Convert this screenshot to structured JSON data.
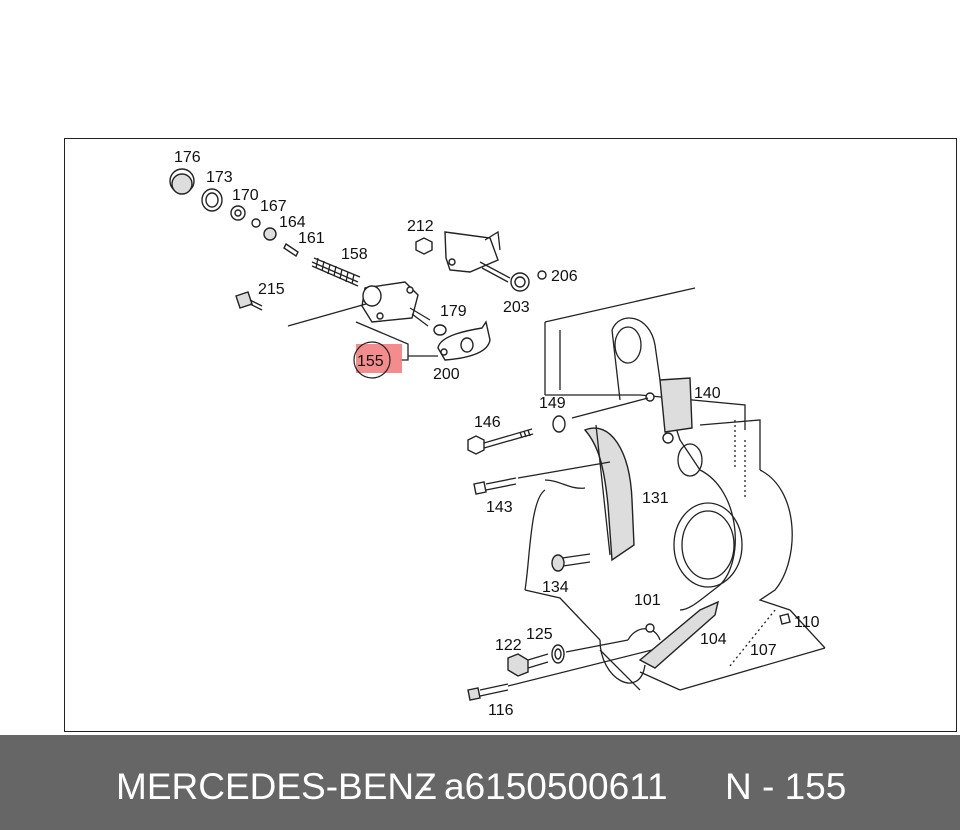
{
  "callouts": {
    "c176": "176",
    "c173": "173",
    "c170": "170",
    "c167": "167",
    "c164": "164",
    "c161": "161",
    "c158": "158",
    "c212": "212",
    "c215": "215",
    "c206": "206",
    "c203": "203",
    "c179": "179",
    "c155": "155",
    "c200": "200",
    "c140": "140",
    "c149": "149",
    "c146": "146",
    "c131": "131",
    "c143": "143",
    "c134": "134",
    "c101": "101",
    "c110": "110",
    "c104": "104",
    "c125": "125",
    "c122": "122",
    "c107": "107",
    "c116": "116"
  },
  "highlight": {
    "part": "155",
    "color": "#f28080"
  },
  "footer": {
    "brand": "MERCEDES-BENZ",
    "separator": "-",
    "part_number": "a6150500611",
    "reference": "N - 155"
  }
}
